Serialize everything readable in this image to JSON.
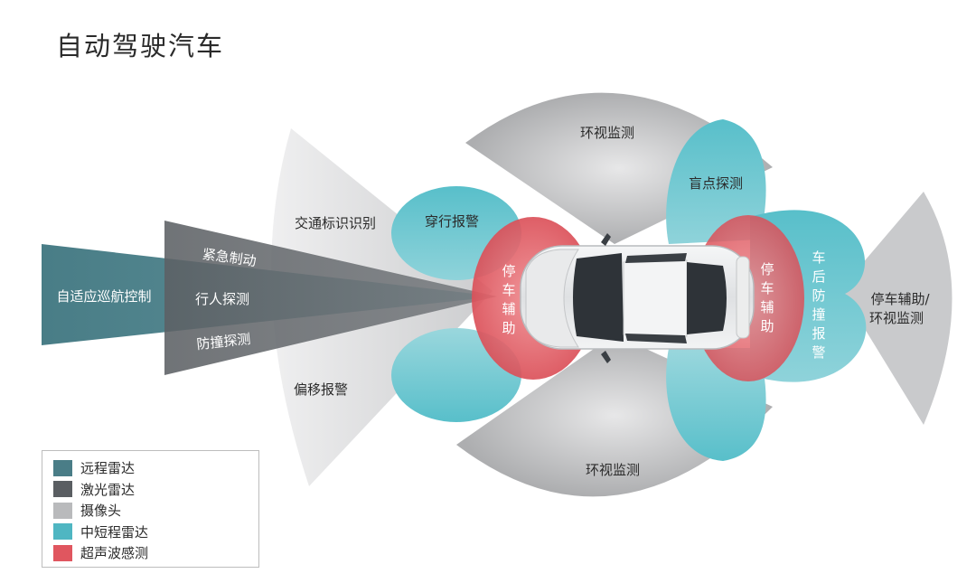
{
  "title": "自动驾驶汽车",
  "colors": {
    "long_radar": "#4a7d87",
    "lidar": "#5a5e62",
    "camera": "#b9babc",
    "mid_short_radar": "#4fb6c2",
    "ultrasonic": "#e0565f"
  },
  "labels": {
    "acc": "自适应巡航控制",
    "emergency_brake": "紧急制动",
    "pedestrian": "行人探测",
    "collision": "防撞探测",
    "traffic_sign": "交通标识识别",
    "cross_traffic": "穿行报警",
    "lane_departure": "偏移报警",
    "surround_top": "环视监测",
    "surround_bottom": "环视监测",
    "blind_spot": "盲点探测",
    "park_assist_front": "停车辅助",
    "park_assist_rear": "停车辅助",
    "rear_collision": "车后防撞报警",
    "park_surround_1": "停车辅助/",
    "park_surround_2": "环视监测"
  },
  "legend": [
    {
      "label": "远程雷达",
      "color": "#4a7d87"
    },
    {
      "label": "激光雷达",
      "color": "#5a5e62"
    },
    {
      "label": "摄像头",
      "color": "#b9babc"
    },
    {
      "label": "中短程雷达",
      "color": "#4fb6c2"
    },
    {
      "label": "超声波感测",
      "color": "#e0565f"
    }
  ]
}
